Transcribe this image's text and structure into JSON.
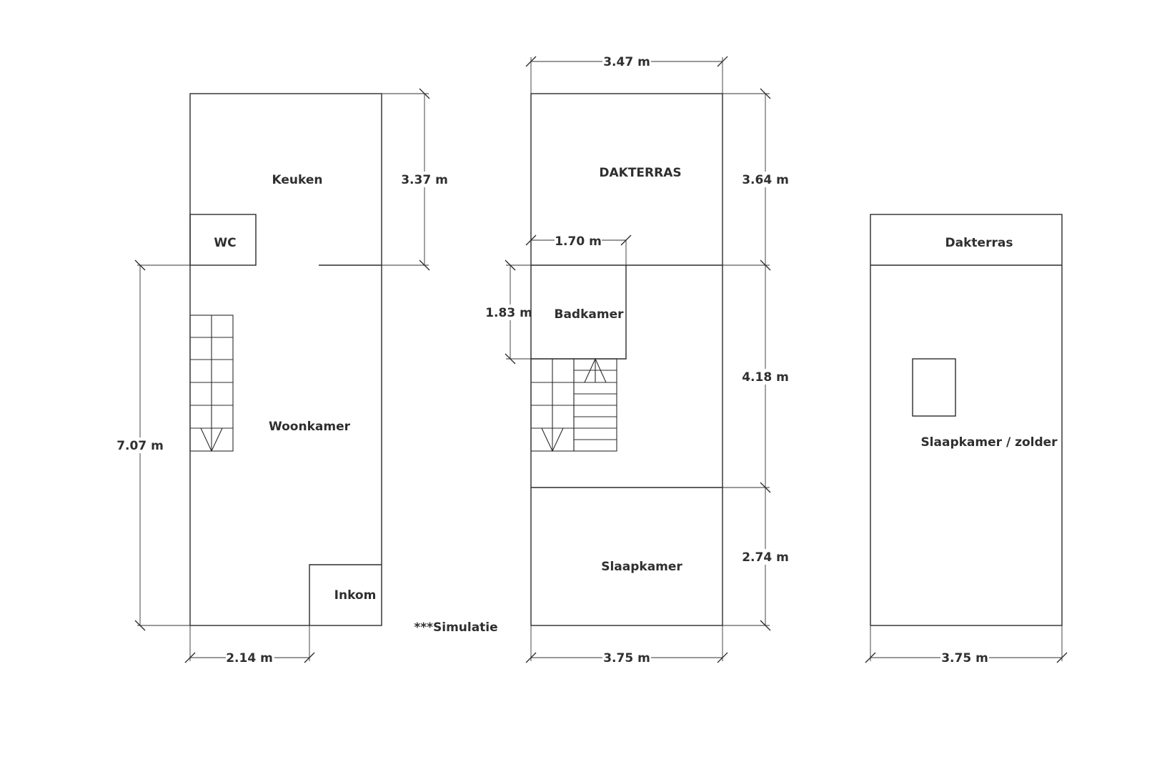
{
  "colors": {
    "line": "#2b2b2b",
    "text": "#2f2f2f",
    "background": "#ffffff"
  },
  "ground_floor": {
    "rooms": {
      "keuken": "Keuken",
      "wc": "WC",
      "woonkamer": "Woonkamer",
      "inkom": "Inkom"
    },
    "dims": {
      "keuken_depth": "3.37 m",
      "total_depth": "7.07 m",
      "inkom_width": "2.14 m"
    }
  },
  "first_floor": {
    "rooms": {
      "dakterras": "DAKTERRAS",
      "badkamer": "Badkamer",
      "slaapkamer": "Slaapkamer"
    },
    "dims": {
      "top_width": "3.47 m",
      "terras_depth": "3.64 m",
      "bath_width": "1.70 m",
      "bath_depth": "1.83 m",
      "middle_depth": "4.18 m",
      "bedroom_depth": "2.74 m",
      "bottom_width": "3.75 m"
    }
  },
  "second_floor": {
    "rooms": {
      "dakterras": "Dakterras",
      "zolder": "Slaapkamer / zolder"
    },
    "dims": {
      "bottom_width": "3.75 m"
    }
  },
  "note": "***Simulatie"
}
